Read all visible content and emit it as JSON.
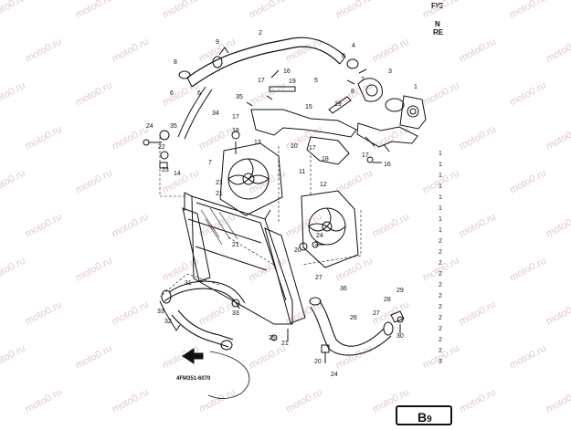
{
  "header": {
    "line1": "FIG",
    "line2": "N",
    "line3": "RE"
  },
  "watermark": {
    "text": "moto0.ru"
  },
  "diagram_code": "4FM351-6070",
  "page_badge": {
    "letter": "B",
    "number": "9"
  },
  "right_markers": [
    "1",
    "1",
    "1",
    "1",
    "1",
    "1",
    "1",
    "1",
    "2",
    "2",
    "2",
    "2",
    "2",
    "2",
    "2",
    "2",
    "2",
    "2",
    "2",
    "3"
  ],
  "parts": {
    "p1": "1",
    "p2": "2",
    "p3": "3",
    "p4": "4",
    "p5": "5",
    "p6a": "6",
    "p6b": "6",
    "p7a": "7",
    "p7b": "7",
    "p8a": "8",
    "p8b": "8",
    "p8c": "8",
    "p9": "9",
    "p10": "10",
    "p11": "11",
    "p12": "12",
    "p13": "13",
    "p14": "14",
    "p15": "15",
    "p16a": "16",
    "p16b": "16",
    "p17a": "17",
    "p17b": "17",
    "p17c": "17",
    "p17d": "17",
    "p18a": "18",
    "p18b": "18",
    "p19a": "19",
    "p19b": "19",
    "p20a": "20",
    "p20b": "20",
    "p21a": "21",
    "p21b": "21",
    "p21c": "21",
    "p22": "22",
    "p23": "23",
    "p24a": "24",
    "p24b": "24",
    "p24c": "24",
    "p25": "25",
    "p26": "26",
    "p27a": "27",
    "p27b": "27",
    "p28": "28",
    "p29": "29",
    "p30": "30",
    "p31": "31",
    "p32": "32",
    "p33a": "33",
    "p33b": "33",
    "p34": "34",
    "p35a": "35",
    "p35b": "35",
    "p36": "36"
  }
}
